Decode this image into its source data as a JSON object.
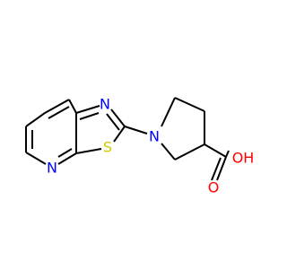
{
  "atoms": {
    "N_thiazole": {
      "label": "N",
      "color": "#0000ff"
    },
    "N_pyridine": {
      "label": "N",
      "color": "#0000ff"
    },
    "S": {
      "label": "S",
      "color": "#cccc00"
    },
    "N_pyrrolidine": {
      "label": "N",
      "color": "#0000ff"
    },
    "O_carbonyl": {
      "label": "O",
      "color": "#ff0000"
    },
    "OH": {
      "label": "OH",
      "color": "#ff0000"
    }
  }
}
